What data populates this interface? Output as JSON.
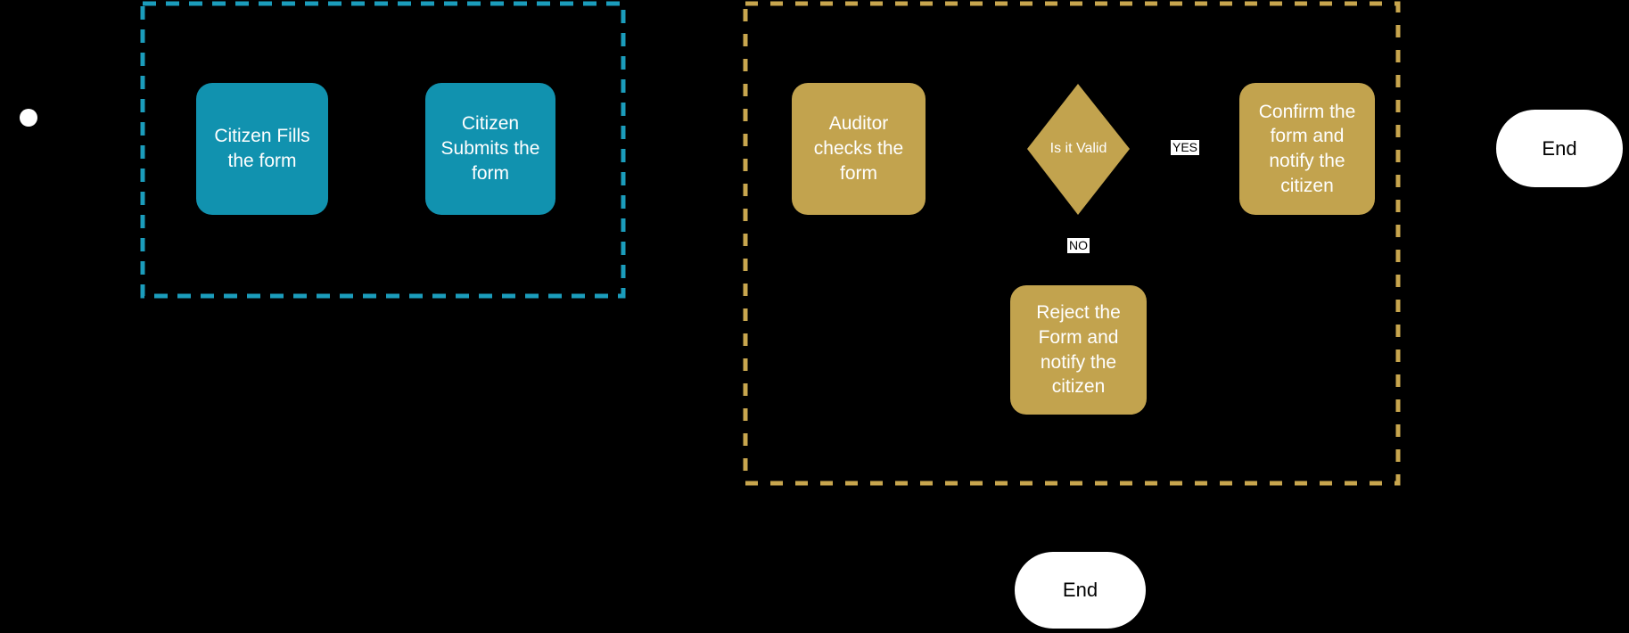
{
  "diagram": {
    "background_color": "#000000",
    "lanes": {
      "citizen": {
        "border_color": "#1B9DBC"
      },
      "auditor": {
        "border_color": "#C8A64E"
      }
    },
    "colors": {
      "teal_task": "#1192AF",
      "gold_task": "#C2A34E",
      "end_node_fill": "#FFFFFF",
      "end_node_text": "#000000",
      "task_text": "#FFFFFF",
      "edge_label_bg": "#FFFFFF",
      "edge_label_text": "#000000",
      "start_event_fill": "#FFFFFF"
    },
    "nodes": {
      "citizen_fills": {
        "label": "Citizen Fills the form"
      },
      "citizen_submits": {
        "label": "Citizen Submits the form"
      },
      "auditor_checks": {
        "label": "Auditor checks the form"
      },
      "decision": {
        "label": "Is it Valid"
      },
      "confirm": {
        "label": "Confirm the form and notify the citizen"
      },
      "reject": {
        "label": "Reject the Form and notify the citizen"
      },
      "end_main": {
        "label": "End"
      },
      "end_reject": {
        "label": "End"
      }
    },
    "edge_labels": {
      "yes": "YES",
      "no": "NO"
    }
  }
}
